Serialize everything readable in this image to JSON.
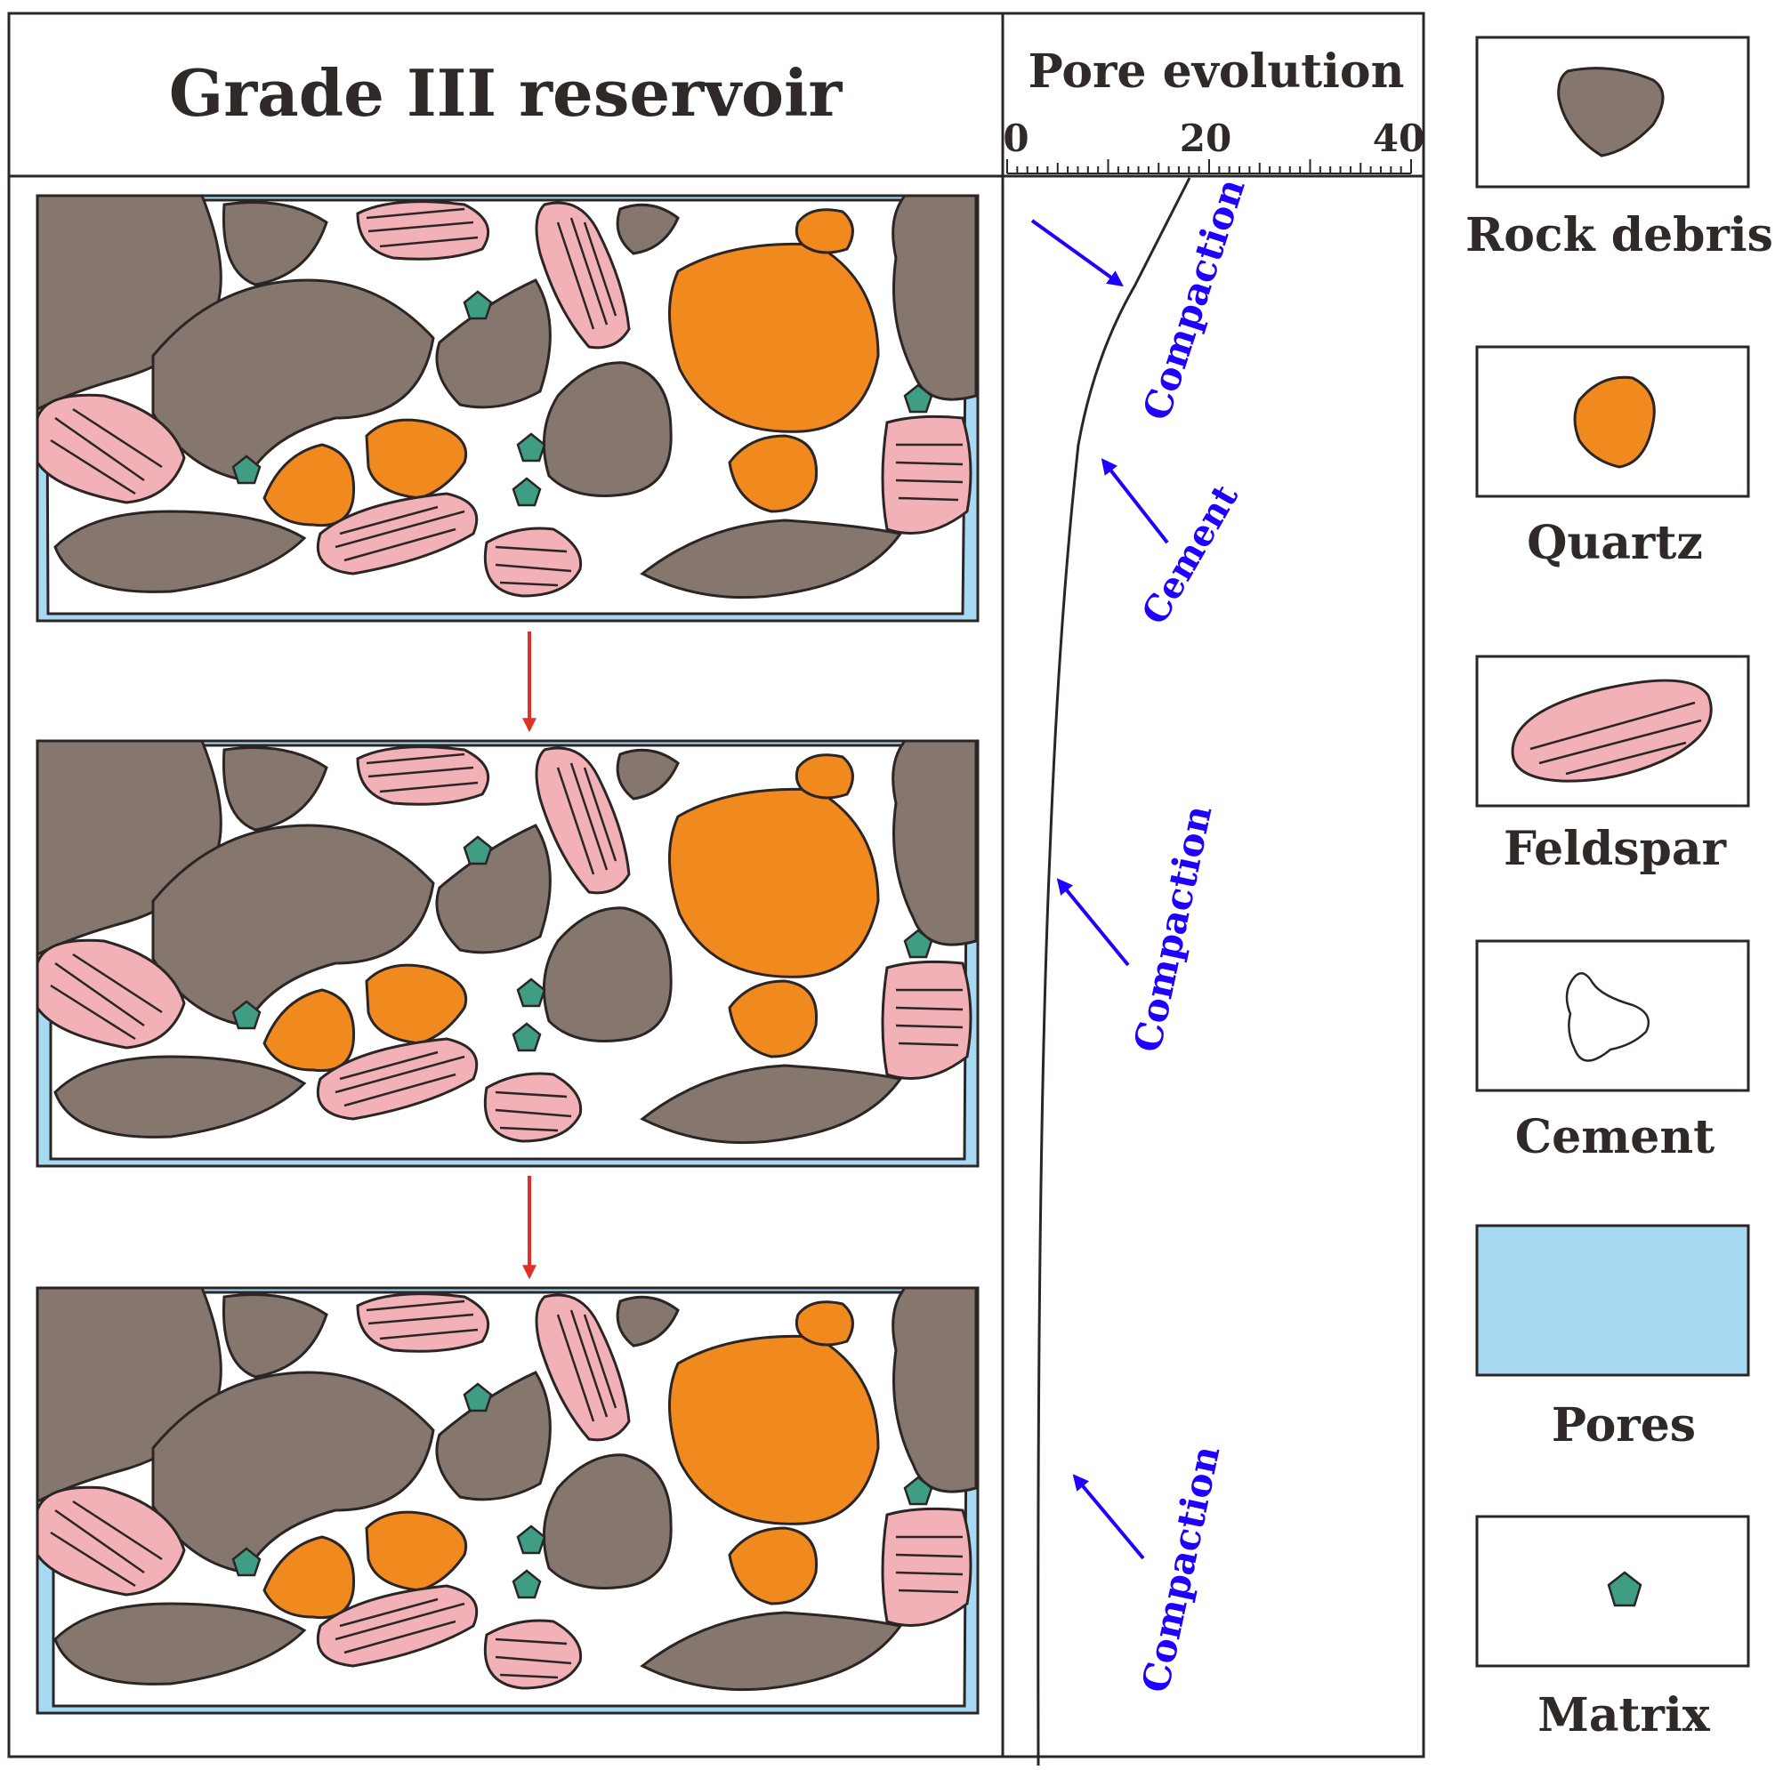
{
  "panel": {
    "title": "Grade III reservoir"
  },
  "pore_evolution": {
    "title": "Pore evolution",
    "ticks": [
      "0",
      "20",
      "40"
    ],
    "processes": [
      "Compaction",
      "Cement",
      "Compaction",
      "Compaction"
    ]
  },
  "legend": {
    "items": [
      "Rock debris",
      "Quartz",
      "Feldspar",
      "Cement",
      "Pores",
      "Matrix"
    ]
  },
  "colors": {
    "rock_debris": "#85766e",
    "quartz": "#f08a1e",
    "feldspar": "#f2b1b6",
    "cement": "#ffffff",
    "pores": "#a7daf2",
    "matrix": "#3f9d84",
    "outline": "#2b2525",
    "arrow_blue": "#1f00ff",
    "arrow_red": "#e03127"
  }
}
